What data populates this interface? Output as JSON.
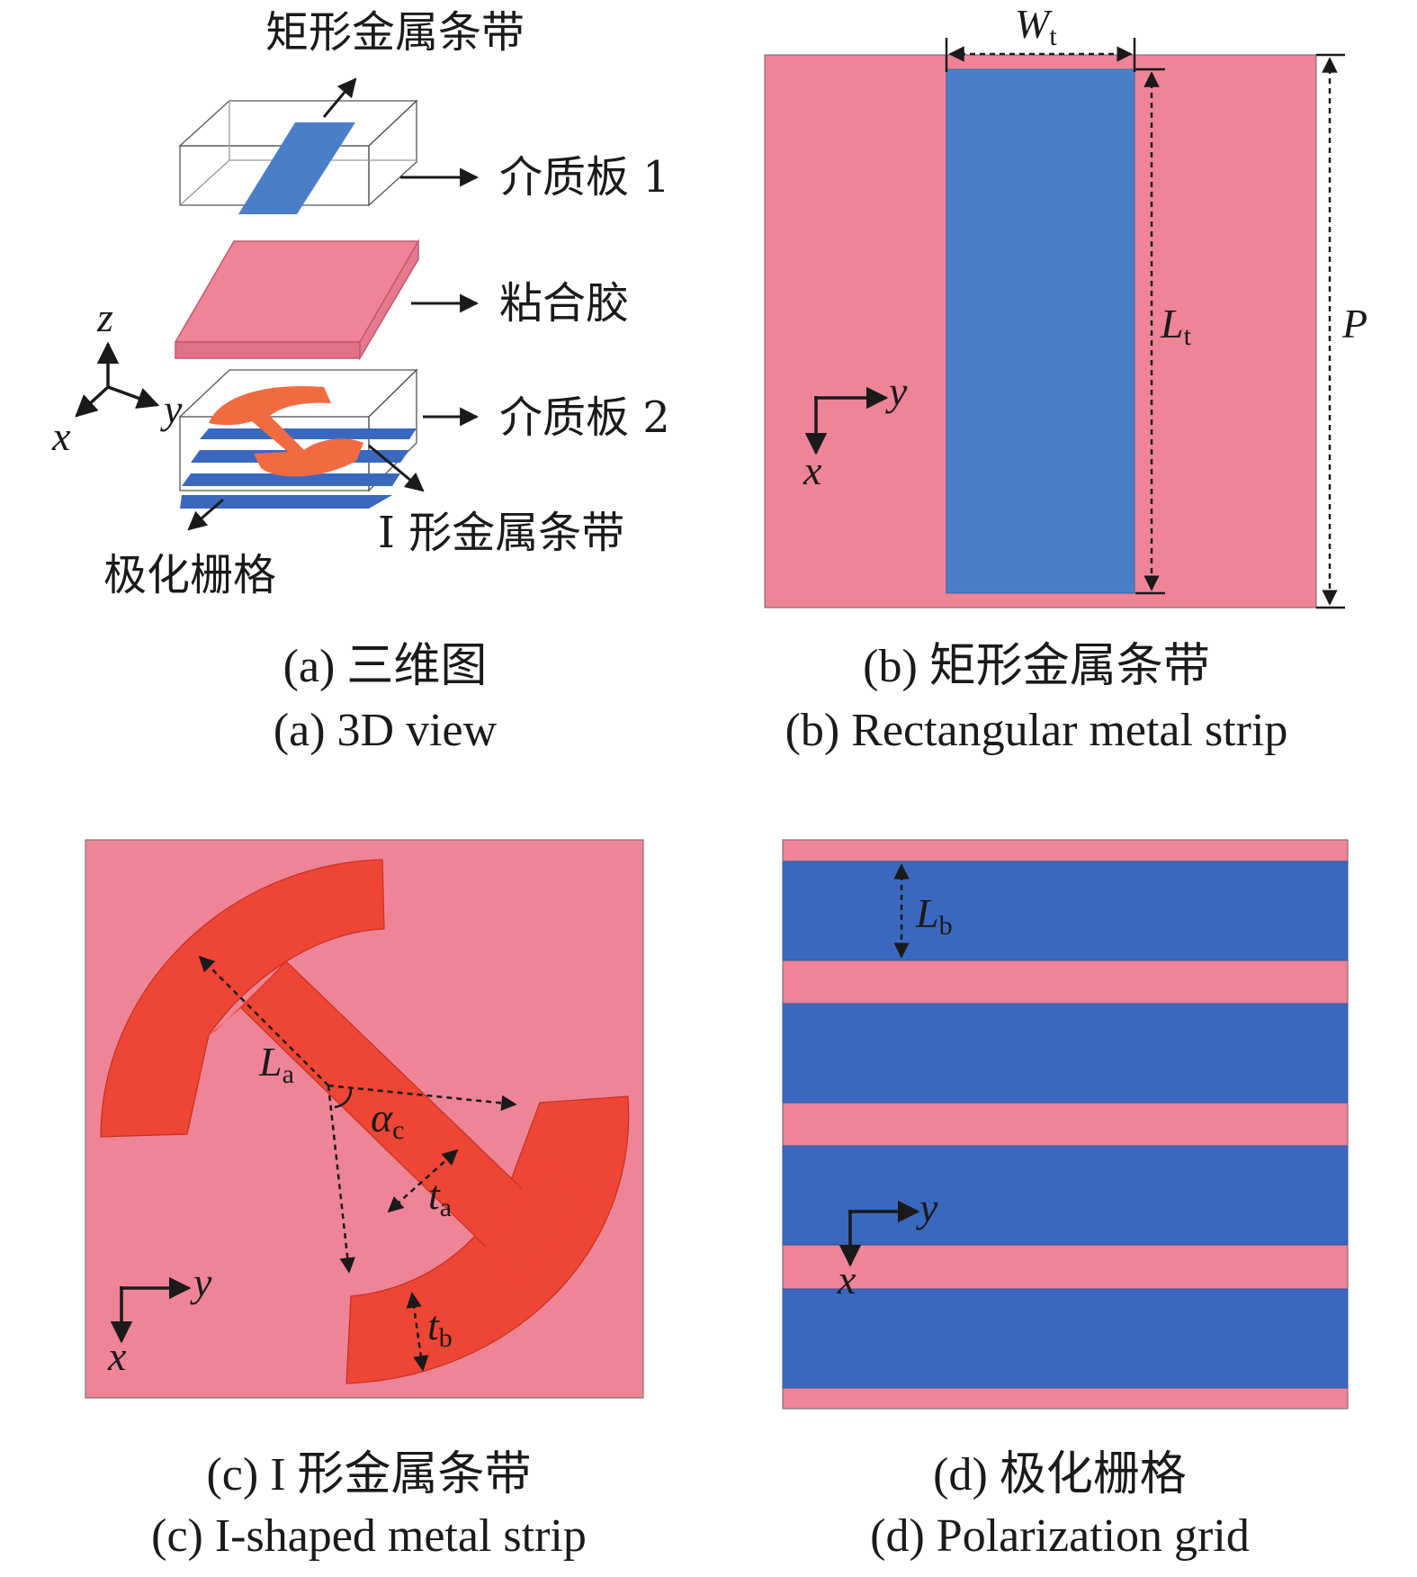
{
  "colors": {
    "substrate": "#ef8497",
    "metal_blue": "#4a7fc8",
    "grid_blue": "#3b68bf",
    "i_strip": "#ef4535",
    "i_strip_3d": "#f26a3f",
    "line": "#1a1a1a"
  },
  "panel_a": {
    "labels": {
      "rect_strip": "矩形金属条带",
      "substrate1": "介质板 1",
      "adhesive": "粘合胶",
      "substrate2": "介质板 2",
      "i_strip": "I 形金属条带",
      "polar_grid": "极化栅格"
    },
    "axes": {
      "x": "x",
      "y": "y",
      "z": "z"
    },
    "caption_cn": "(a) 三维图",
    "caption_en": "(a) 3D view"
  },
  "panel_b": {
    "dims": {
      "W": "W",
      "W_sub": "t",
      "L": "L",
      "L_sub": "t",
      "P": "P"
    },
    "axes": {
      "x": "x",
      "y": "y"
    },
    "caption_cn": "(b) 矩形金属条带",
    "caption_en": "(b) Rectangular metal strip"
  },
  "panel_c": {
    "dims": {
      "La": "L",
      "La_sub": "a",
      "alpha": "α",
      "alpha_sub": "c",
      "ta": "t",
      "ta_sub": "a",
      "tb": "t",
      "tb_sub": "b"
    },
    "axes": {
      "x": "x",
      "y": "y"
    },
    "caption_cn": "(c) I 形金属条带",
    "caption_en": "(c) I-shaped metal strip"
  },
  "panel_d": {
    "dims": {
      "Lb": "L",
      "Lb_sub": "b"
    },
    "axes": {
      "x": "x",
      "y": "y"
    },
    "caption_cn": "(d) 极化栅格",
    "caption_en": "(d) Polarization grid"
  }
}
